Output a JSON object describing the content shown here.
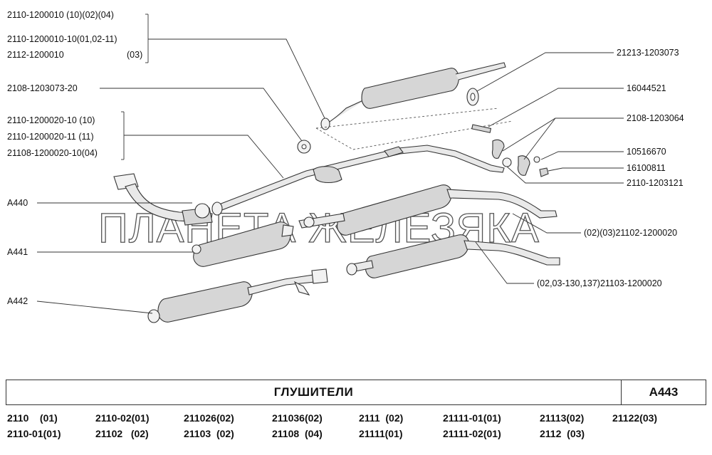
{
  "diagram": {
    "part_numbers": {
      "muffler_main_1": "2110-1200010   (10)(02)(04)",
      "muffler_main_2": "2110-1200010-10(01,02-11)",
      "muffler_main_3": "2112-1200010",
      "muffler_main_3_suffix": "(03)",
      "gasket_ring": "2108-1203073-20",
      "resonator_1": "2110-1200020-10  (10)",
      "resonator_2": "2110-1200020-11  (11)",
      "resonator_3": "21108-1200020-10(04)",
      "a440": "A440",
      "a441": "A441",
      "a442": "A442",
      "hanger_pad": "21213-1203073",
      "bolt": "16044521",
      "clamp": "2108-1203064",
      "washer": "10516670",
      "nut": "16100811",
      "spring": "2110-1203121",
      "resonator_alt_1": "(02)(03)21102-1200020",
      "resonator_alt_2": "(02,03-130,137)21103-1200020"
    },
    "watermark": "ПЛАНЕТА ЖЕЛЕЗЯКА"
  },
  "footer": {
    "title": "ГЛУШИТЕЛИ",
    "code": "A443",
    "models": [
      [
        "2110    (01)",
        "2110-02(01)",
        "211026(02)",
        "211036(02)",
        "2111  (02)",
        "21111-01(01)",
        "21113(02)",
        "21122(03)"
      ],
      [
        "2110-01(01)",
        "21102   (02)",
        "21103  (02)",
        "21108  (04)",
        "21111(01)",
        "21111-02(01)",
        "2112  (03)",
        ""
      ]
    ]
  }
}
